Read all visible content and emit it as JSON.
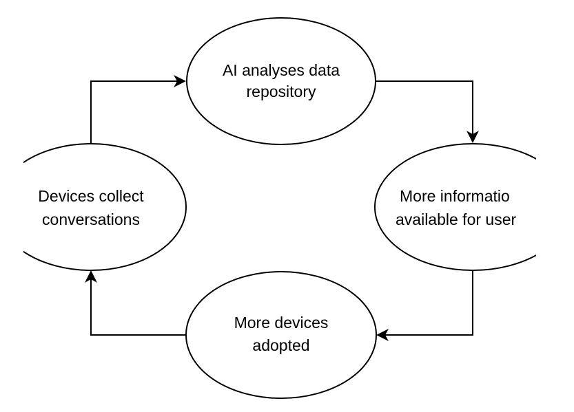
{
  "nodes": {
    "ai_analyses": {
      "line1": "AI analyses data",
      "line2": "repository"
    },
    "more_information": {
      "line1": "More informatio",
      "line2": "available for user"
    },
    "more_devices": {
      "line1": "More devices",
      "line2": "adopted"
    },
    "devices_collect": {
      "line1": "Devices collect",
      "line2": "conversations"
    }
  },
  "colors": {
    "stroke": "#000000",
    "fill": "#ffffff",
    "text": "#000000"
  }
}
